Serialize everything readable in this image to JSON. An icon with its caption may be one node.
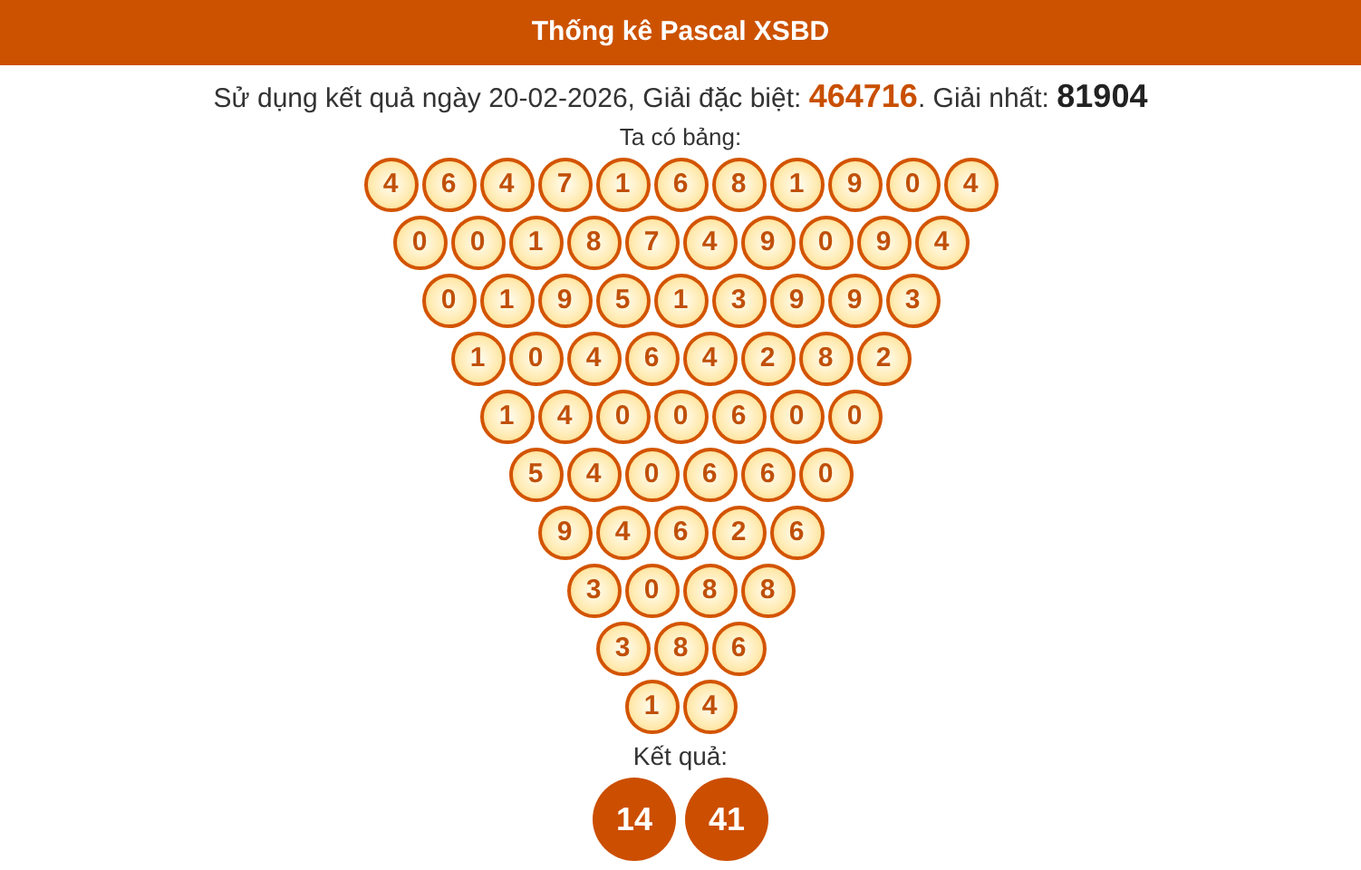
{
  "diagram": {
    "title": "Thống kê Pascal XSBD",
    "nodes": [
      {
        "text": [
          "4"
        ]
      },
      {
        "text": [
          "6"
        ]
      },
      {
        "text": [
          "4"
        ]
      },
      {
        "text": [
          "7"
        ]
      },
      {
        "text": [
          "1"
        ]
      },
      {
        "text": [
          "6"
        ]
      },
      {
        "text": [
          "8"
        ]
      },
      {
        "text": [
          "1"
        ]
      },
      {
        "text": [
          "9"
        ]
      },
      {
        "text": [
          "0"
        ]
      },
      {
        "text": [
          "4"
        ]
      },
      {
        "text": [
          "0"
        ]
      },
      {
        "text": [
          "0"
        ]
      },
      {
        "text": [
          "1"
        ]
      },
      {
        "text": [
          "8"
        ]
      },
      {
        "text": [
          "7"
        ]
      },
      {
        "text": [
          "4"
        ]
      },
      {
        "text": [
          "9"
        ]
      },
      {
        "text": [
          "0"
        ]
      },
      {
        "text": [
          "9"
        ]
      },
      {
        "text": [
          "4"
        ]
      },
      {
        "text": [
          "0"
        ]
      },
      {
        "text": [
          "1"
        ]
      },
      {
        "text": [
          "9"
        ]
      },
      {
        "text": [
          "5"
        ]
      },
      {
        "text": [
          "1"
        ]
      },
      {
        "text": [
          "3"
        ]
      },
      {
        "text": [
          "9"
        ]
      },
      {
        "text": [
          "9"
        ]
      },
      {
        "text": [
          "3"
        ]
      },
      {
        "text": [
          "1"
        ]
      },
      {
        "text": [
          "0"
        ]
      },
      {
        "text": [
          "4"
        ]
      },
      {
        "text": [
          "6"
        ]
      },
      {
        "text": [
          "4"
        ]
      },
      {
        "text": [
          "2"
        ]
      },
      {
        "text": [
          "8"
        ]
      },
      {
        "text": [
          "2"
        ]
      },
      {
        "text": [
          "1"
        ]
      },
      {
        "text": [
          "4"
        ]
      },
      {
        "text": [
          "0"
        ]
      },
      {
        "text": [
          "0"
        ]
      },
      {
        "text": [
          "6"
        ]
      },
      {
        "text": [
          "0"
        ]
      },
      {
        "text": [
          "0"
        ]
      },
      {
        "text": [
          "5"
        ]
      },
      {
        "text": [
          "4"
        ]
      },
      {
        "text": [
          "0"
        ]
      },
      {
        "text": [
          "6"
        ]
      },
      {
        "text": [
          "6"
        ]
      },
      {
        "text": [
          "0"
        ]
      },
      {
        "text": [
          "9"
        ]
      },
      {
        "text": [
          "4"
        ]
      },
      {
        "text": [
          "6"
        ]
      },
      {
        "text": [
          "2"
        ]
      },
      {
        "text": [
          "6"
        ]
      },
      {
        "text": [
          "3"
        ]
      },
      {
        "text": [
          "0"
        ]
      },
      {
        "text": [
          "8"
        ]
      },
      {
        "text": [
          "8"
        ]
      },
      {
        "text": [
          "3"
        ]
      },
      {
        "text": [
          "8"
        ]
      },
      {
        "text": [
          "6"
        ]
      },
      {
        "text": [
          "1"
        ]
      },
      {
        "text": [
          "4"
        ]
      },
      {
        "text": [
          "14"
        ]
      },
      {
        "text": [
          "41"
        ]
      }
    ],
    "labels": [
      "Sử dụng kết quả ngày 20-02-2026, Giải đặc biệt: **464716**. Giải nhất: **81904**",
      "Ta có bảng:",
      "Kết quả:"
    ]
  }
}
